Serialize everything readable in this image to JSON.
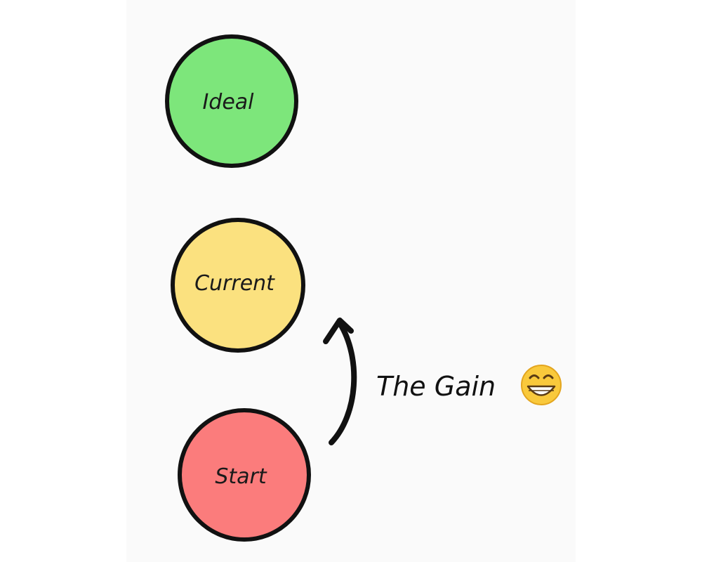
{
  "nodes": [
    {
      "label": "Ideal",
      "color": "#7de67b"
    },
    {
      "label": "Current",
      "color": "#fbe17f"
    },
    {
      "label": "Start",
      "color": "#fb7c7c"
    }
  ],
  "arrow": {
    "label": "The Gain",
    "emoji": "😁"
  },
  "colors": {
    "outline": "#111111"
  }
}
